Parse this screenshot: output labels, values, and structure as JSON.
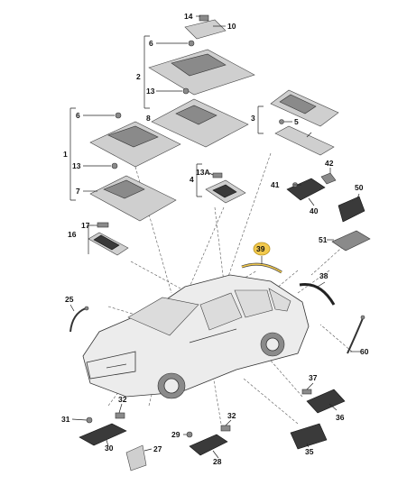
{
  "callouts": {
    "c1": "1",
    "c2": "2",
    "c3": "3",
    "c4": "4",
    "c5": "5",
    "c6a": "6",
    "c6b": "6",
    "c7": "7",
    "c8": "8",
    "c10": "10",
    "c13a": "13",
    "c13b": "13",
    "c13A": "13A",
    "c14": "14",
    "c16": "16",
    "c17": "17",
    "c25": "25",
    "c27": "27",
    "c28": "28",
    "c29": "29",
    "c30": "30",
    "c31": "31",
    "c32a": "32",
    "c32b": "32",
    "c35": "35",
    "c36": "36",
    "c37": "37",
    "c38": "38",
    "c39": "39",
    "c40": "40",
    "c41": "41",
    "c42": "42",
    "c50": "50",
    "c51": "51",
    "c60": "60"
  },
  "highlight": {
    "callout": "39",
    "color": "#f2c94c"
  }
}
